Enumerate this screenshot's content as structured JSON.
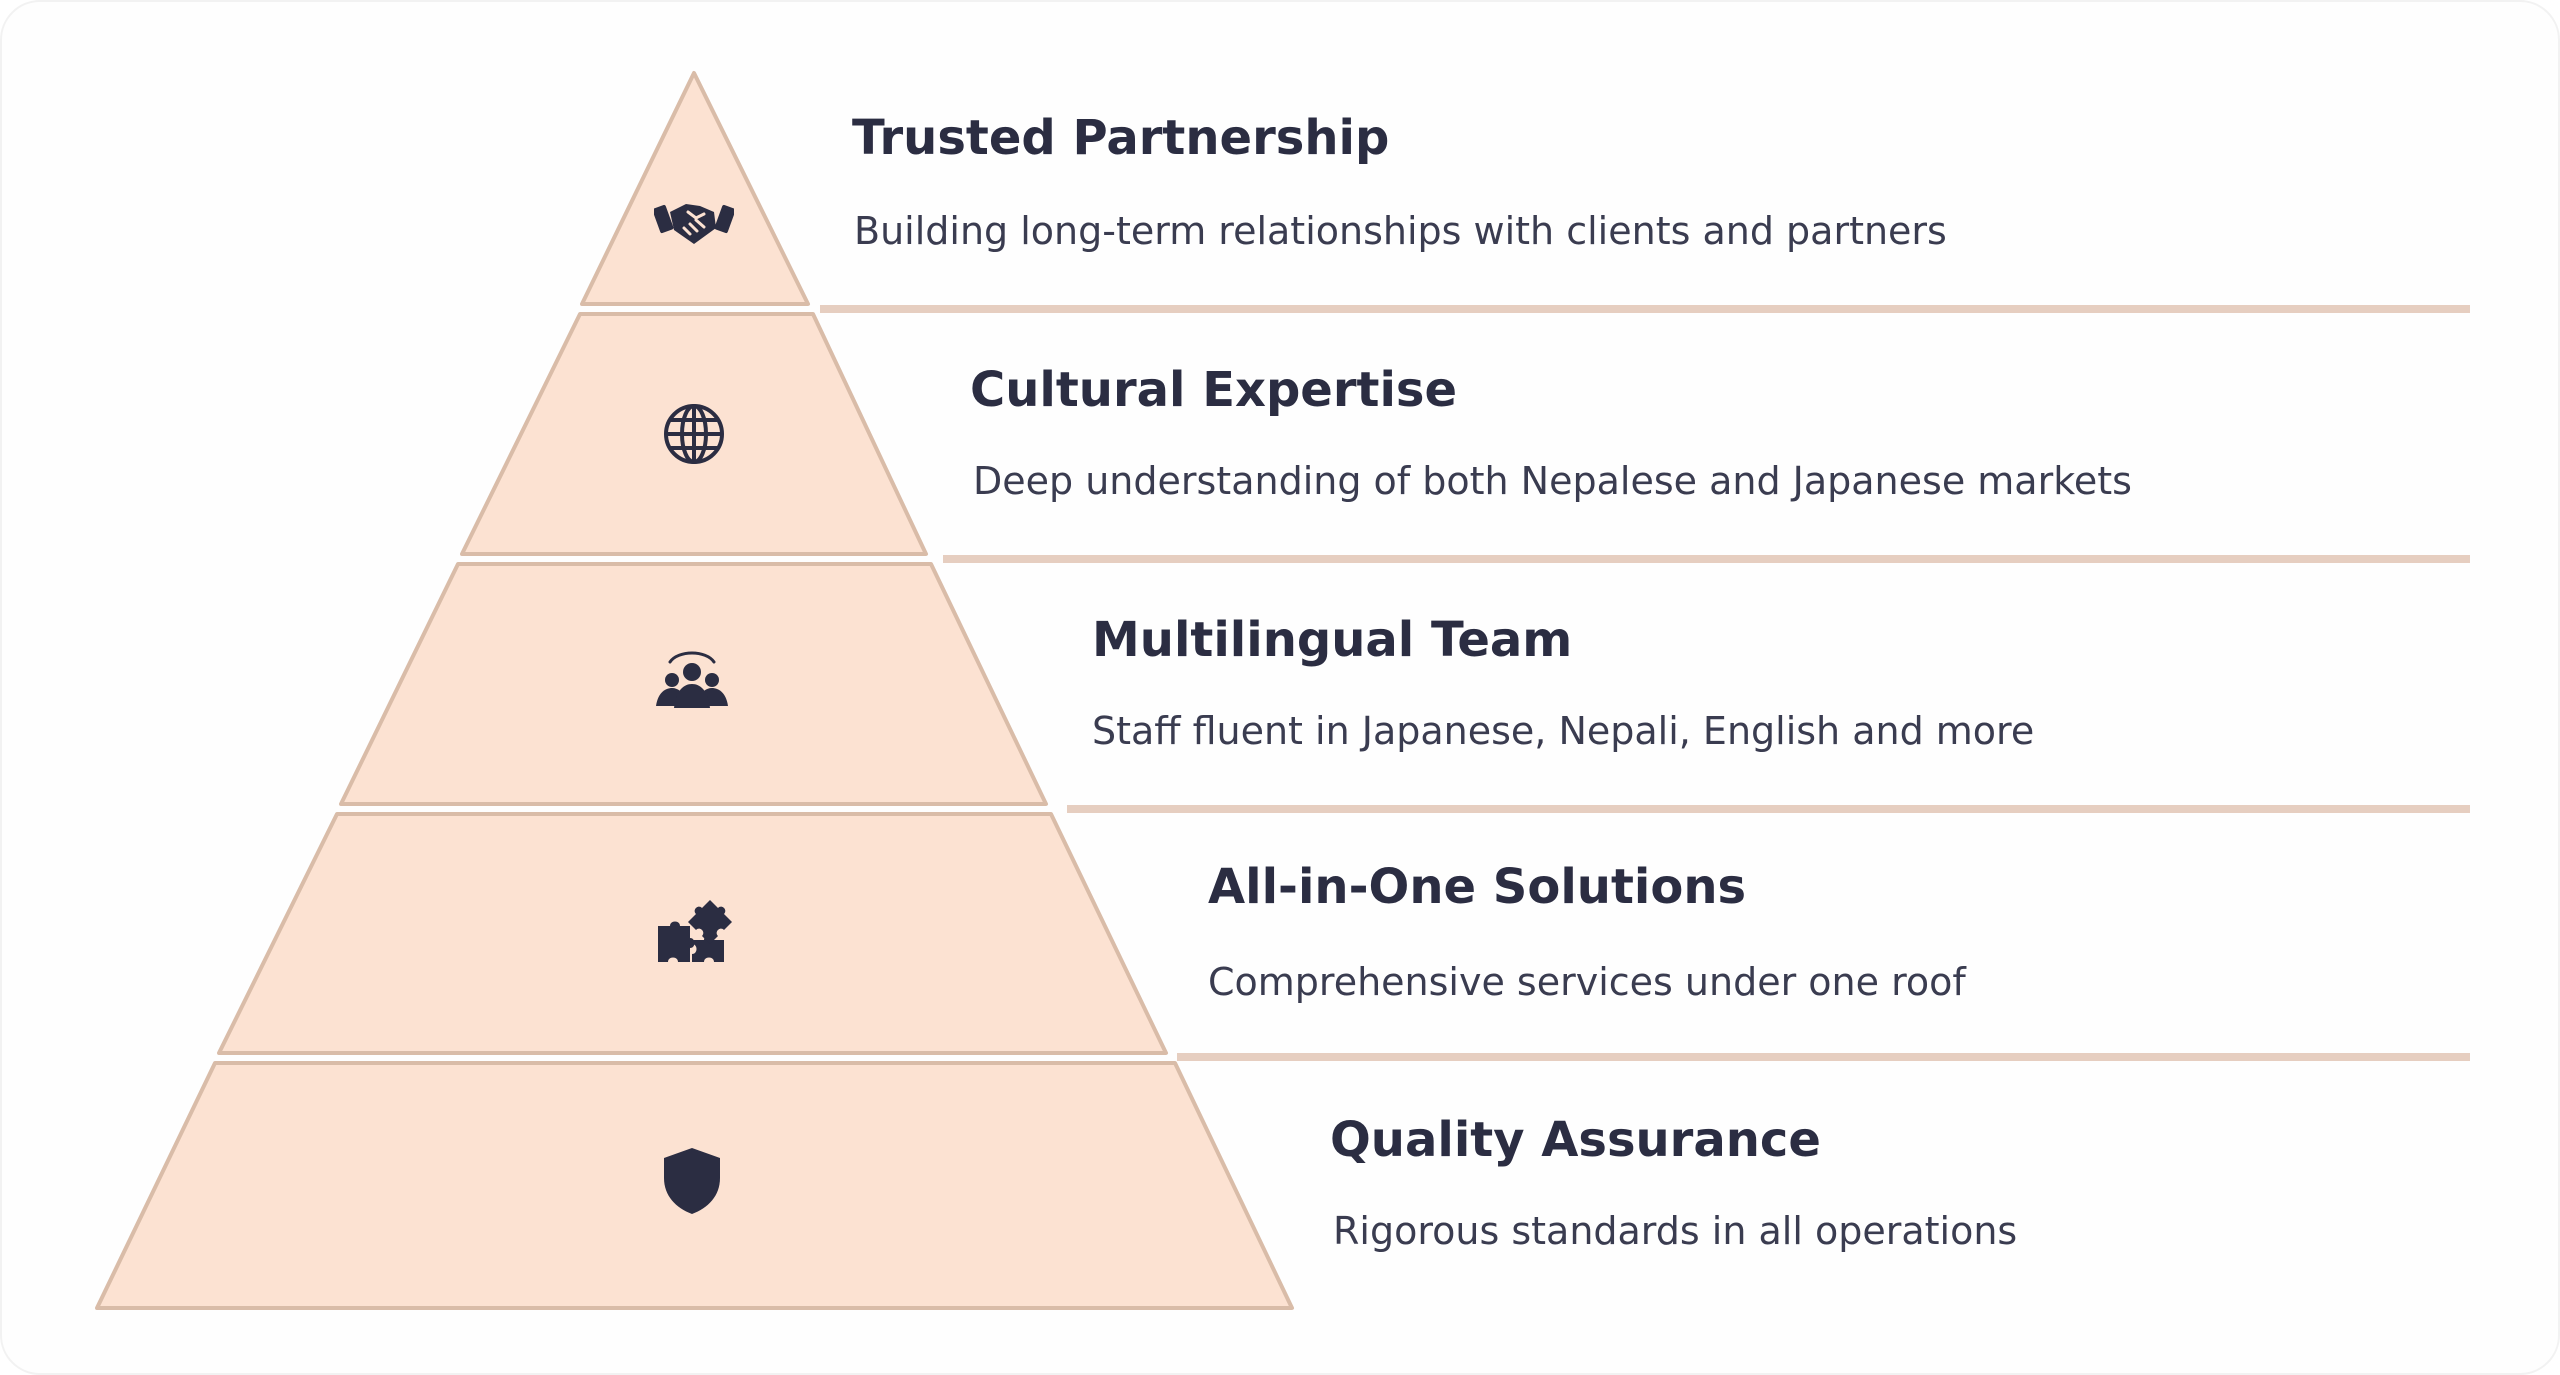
{
  "pyramid": {
    "tiers": [
      {
        "title": "Trusted Partnership",
        "description": "Building long-term relationships with clients and partners",
        "icon": "handshake-icon"
      },
      {
        "title": "Cultural Expertise",
        "description": "Deep understanding of both Nepalese and Japanese markets",
        "icon": "globe-icon"
      },
      {
        "title": "Multilingual Team",
        "description": "Staff fluent in Japanese, Nepali, English and more",
        "icon": "team-icon"
      },
      {
        "title": "All-in-One Solutions",
        "description": "Comprehensive services under one roof",
        "icon": "puzzle-icon"
      },
      {
        "title": "Quality Assurance",
        "description": "Rigorous standards in all operations",
        "icon": "shield-icon"
      }
    ]
  },
  "colors": {
    "tier_fill": "#fce2d2",
    "tier_stroke": "#d9bca8",
    "divider": "#e6cec0",
    "text": "#2b2d42"
  }
}
